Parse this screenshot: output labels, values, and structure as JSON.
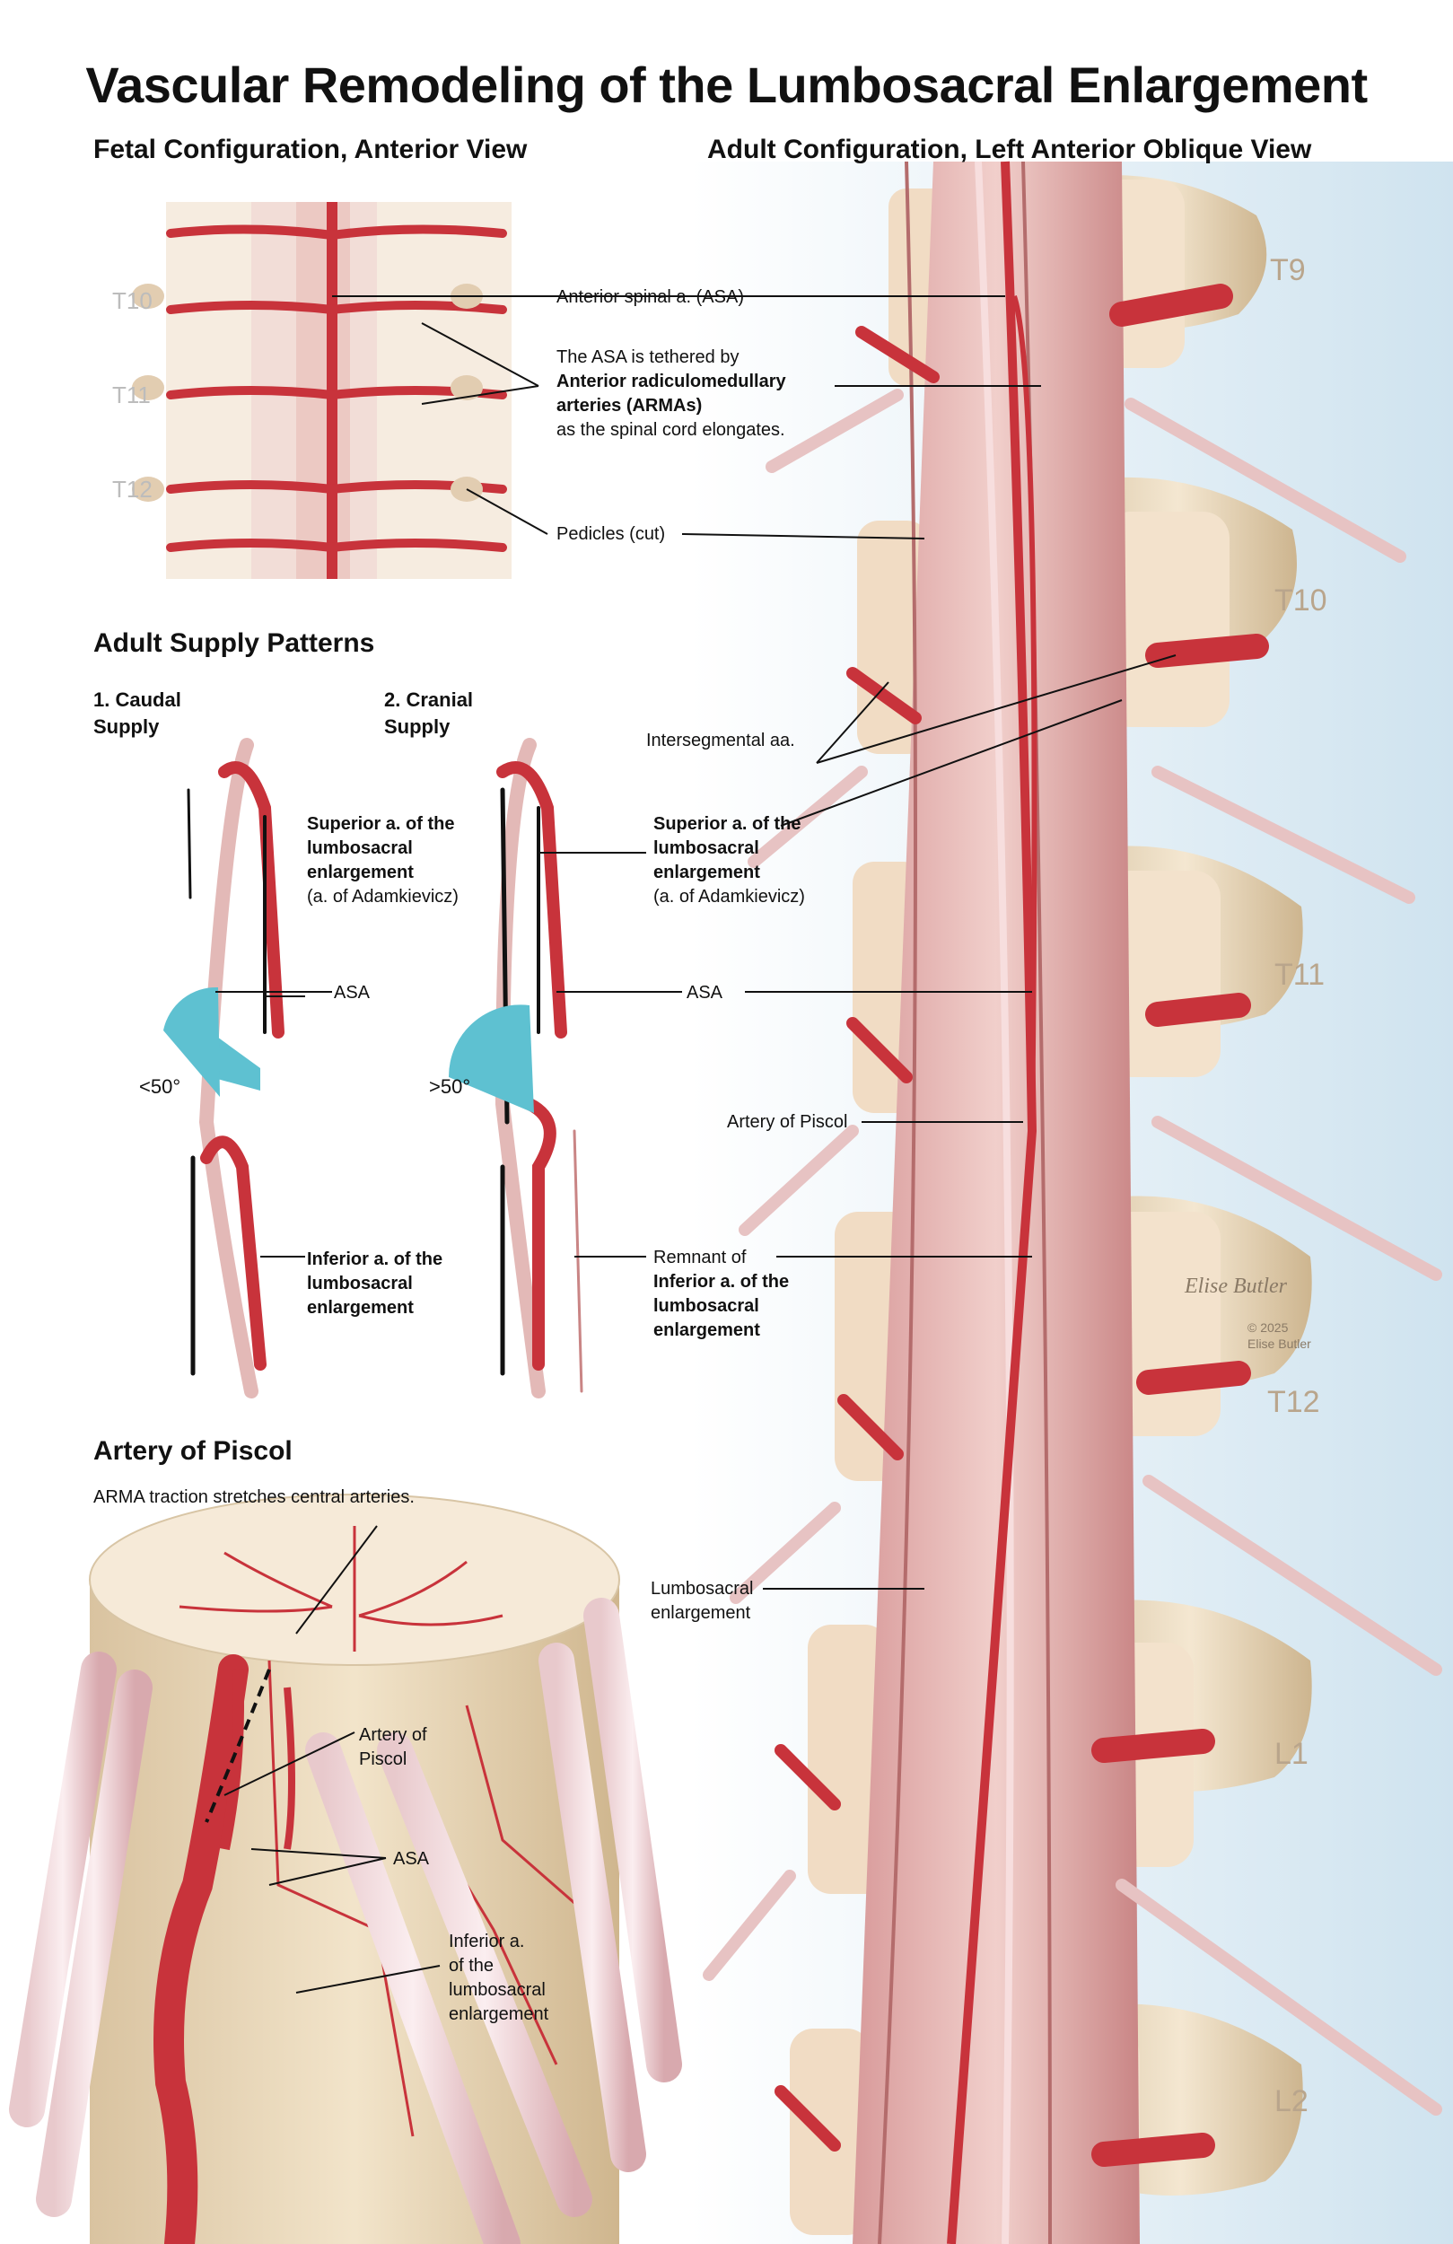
{
  "title": "Vascular Remodeling of the Lumbosacral Enlargement",
  "sections": {
    "fetal": "Fetal Configuration, Anterior View",
    "adult": "Adult Configuration, Left Anterior Oblique View",
    "supply": "Adult Supply Patterns",
    "piscol": "Artery of Piscol"
  },
  "fetal": {
    "vertebrae": [
      "T10",
      "T11",
      "T12"
    ],
    "labels": {
      "asa": "Anterior spinal a. (ASA)",
      "tether": "The ASA is tethered by",
      "arma": "Anterior radiculomedullary\narteries (ARMAs)",
      "elong": "as the spinal cord elongates.",
      "pedicles": "Pedicles (cut)"
    }
  },
  "supply": {
    "caudal": "1. Caudal\n   Supply",
    "cranial": "2. Cranial\n   Supply",
    "angle_lt": "<50°",
    "angle_gt": ">50°"
  },
  "labels": {
    "superior_bold": "Superior a. of the\nlumbosacral\nenlargement",
    "superior_sub": "(a. of Adamkievicz)",
    "asa": "ASA",
    "inferior_bold": "Inferior a. of the\nlumbosacral\nenlargement",
    "intersegmental": "Intersegmental aa.",
    "piscol": "Artery of Piscol",
    "remnant": "Remnant of",
    "lumbosacral": "Lumbosacral\nenlargement"
  },
  "adult_vertebrae": [
    "T9",
    "T10",
    "T11",
    "T12",
    "L1",
    "L2"
  ],
  "piscol": {
    "caption": "ARMA traction stretches central arteries.",
    "artery": "Artery of\nPiscol",
    "asa": "ASA",
    "inferior": "Inferior a.\nof the\nlumbosacral\nenlargement"
  },
  "credit": {
    "signature": "Elise Butler",
    "copyright": "© 2025\nElise Butler"
  },
  "colors": {
    "artery": "#c8333b",
    "bone": "#efe0c6",
    "cord": "#e8b8b4",
    "angle": "#5ec1d1"
  }
}
